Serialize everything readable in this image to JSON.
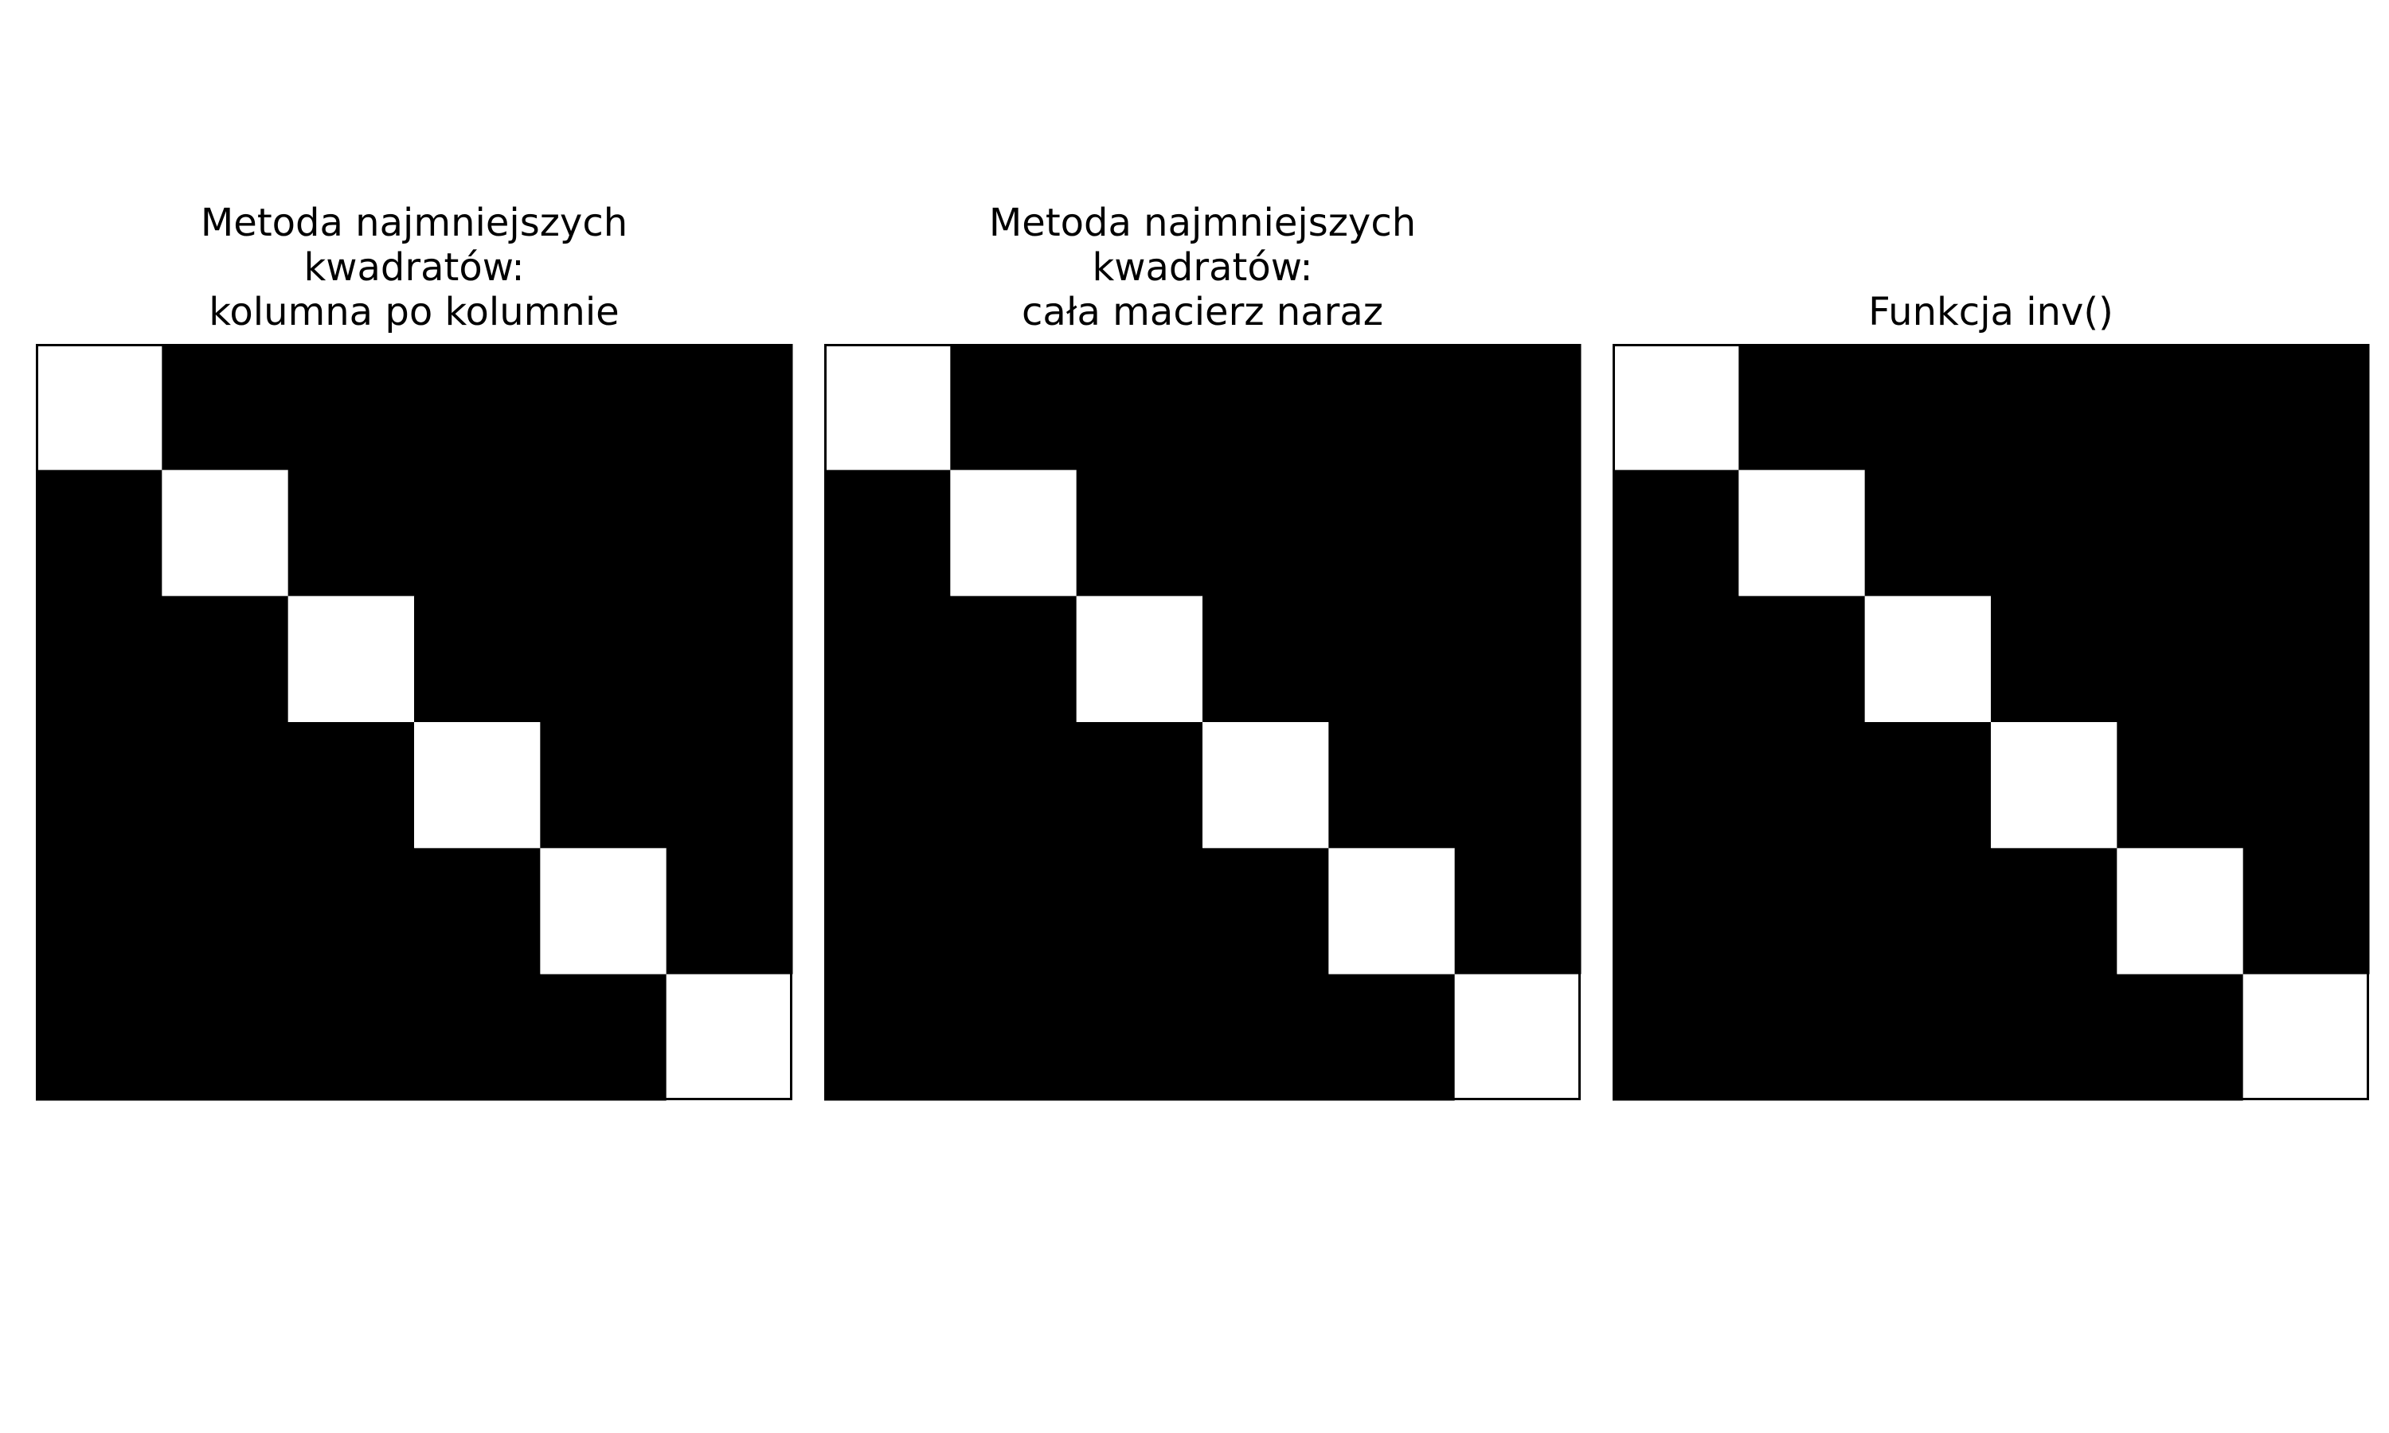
{
  "chart_data": [
    {
      "type": "heatmap",
      "title_lines": [
        "Metoda najmniejszych",
        "kwadratów:",
        "kolumna po kolumnie"
      ],
      "rows": 6,
      "cols": 6,
      "values": [
        [
          1,
          0,
          0,
          0,
          0,
          0
        ],
        [
          0,
          1,
          0,
          0,
          0,
          0
        ],
        [
          0,
          0,
          1,
          0,
          0,
          0
        ],
        [
          0,
          0,
          0,
          1,
          0,
          0
        ],
        [
          0,
          0,
          0,
          0,
          1,
          0
        ],
        [
          0,
          0,
          0,
          0,
          0,
          1
        ]
      ],
      "colormap": {
        "low": "#000000",
        "high": "#ffffff"
      },
      "xticks": [],
      "yticks": [],
      "grid": false
    },
    {
      "type": "heatmap",
      "title_lines": [
        "Metoda najmniejszych",
        "kwadratów:",
        "cała macierz naraz"
      ],
      "rows": 6,
      "cols": 6,
      "values": [
        [
          1,
          0,
          0,
          0,
          0,
          0
        ],
        [
          0,
          1,
          0,
          0,
          0,
          0
        ],
        [
          0,
          0,
          1,
          0,
          0,
          0
        ],
        [
          0,
          0,
          0,
          1,
          0,
          0
        ],
        [
          0,
          0,
          0,
          0,
          1,
          0
        ],
        [
          0,
          0,
          0,
          0,
          0,
          1
        ]
      ],
      "colormap": {
        "low": "#000000",
        "high": "#ffffff"
      },
      "xticks": [],
      "yticks": [],
      "grid": false
    },
    {
      "type": "heatmap",
      "title_lines": [
        "Funkcja inv()"
      ],
      "rows": 6,
      "cols": 6,
      "values": [
        [
          1,
          0,
          0,
          0,
          0,
          0
        ],
        [
          0,
          1,
          0,
          0,
          0,
          0
        ],
        [
          0,
          0,
          1,
          0,
          0,
          0
        ],
        [
          0,
          0,
          0,
          1,
          0,
          0
        ],
        [
          0,
          0,
          0,
          0,
          1,
          0
        ],
        [
          0,
          0,
          0,
          0,
          0,
          1
        ]
      ],
      "colormap": {
        "low": "#000000",
        "high": "#ffffff"
      },
      "xticks": [],
      "yticks": [],
      "grid": false
    }
  ]
}
